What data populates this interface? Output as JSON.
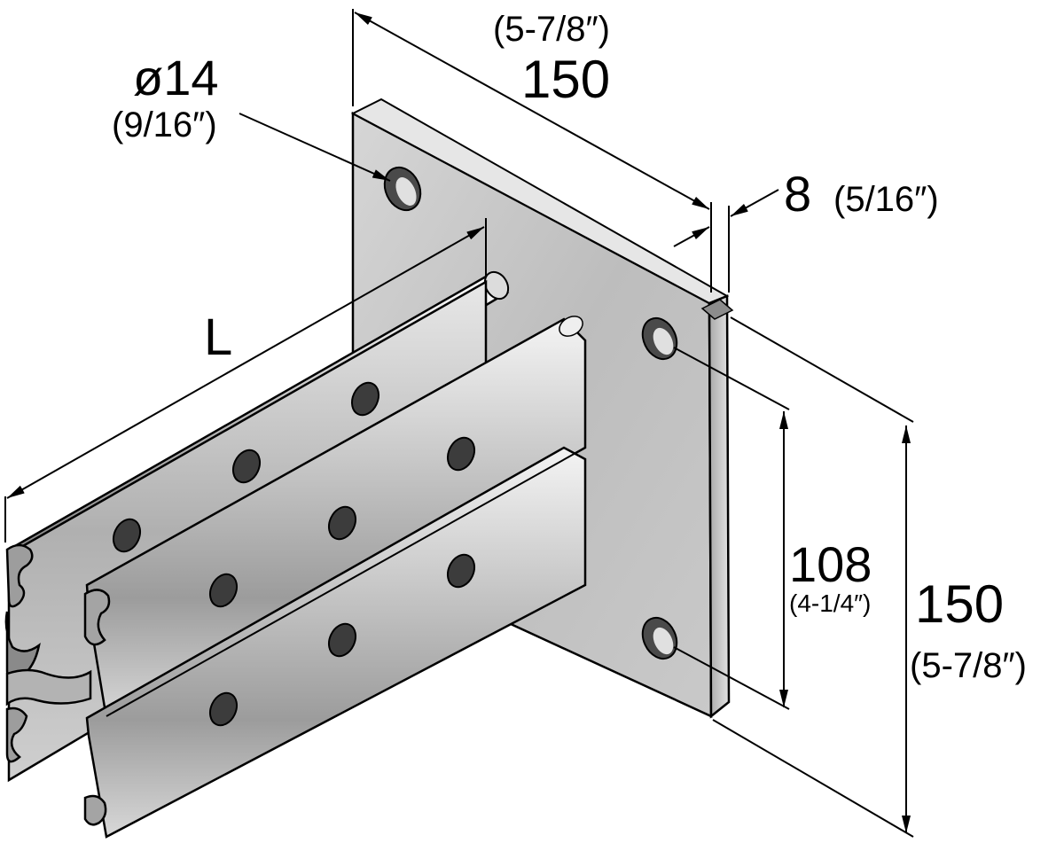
{
  "hole_dia": {
    "value": "ø14",
    "imperial": "(9/16″)"
  },
  "plate_width": {
    "value": "150",
    "imperial": "(5-7/8″)"
  },
  "plate_thickness": {
    "value": "8",
    "imperial": "(5/16″)"
  },
  "length": {
    "value": "L"
  },
  "hole_spacing": {
    "value": "108",
    "imperial": "(4-1/4″)"
  },
  "plate_height": {
    "value": "150",
    "imperial": "(5-7/8″)"
  }
}
